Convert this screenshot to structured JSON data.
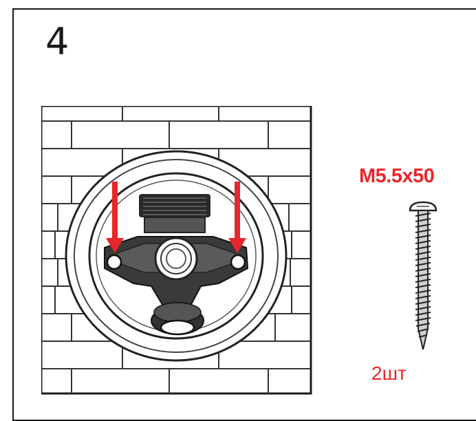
{
  "step_number": "4",
  "screw": {
    "spec": "M5.5x50",
    "quantity": "2шт"
  },
  "colors": {
    "accent": "#e8262b",
    "line": "#1a1a1a"
  }
}
